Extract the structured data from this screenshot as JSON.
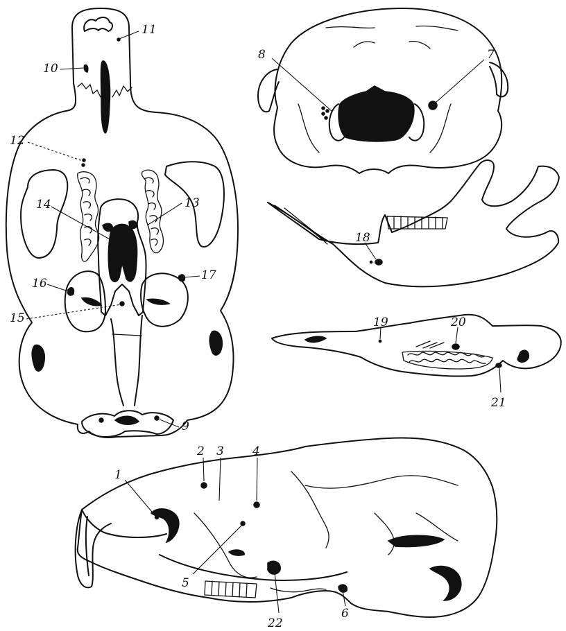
{
  "figure": {
    "views": [
      "ventral",
      "posterior",
      "mandible-lateral",
      "mandible-dorsal",
      "cranium-lateral"
    ]
  },
  "labels": {
    "l1": "1",
    "l2": "2",
    "l3": "3",
    "l4": "4",
    "l5": "5",
    "l6": "6",
    "l7": "7",
    "l8": "8",
    "l9": "9",
    "l10": "10",
    "l11": "11",
    "l12": "12",
    "l13": "13",
    "l14": "14",
    "l15": "15",
    "l16": "16",
    "l17": "17",
    "l18": "18",
    "l19": "19",
    "l20": "20",
    "l21": "21",
    "l22": "22"
  }
}
